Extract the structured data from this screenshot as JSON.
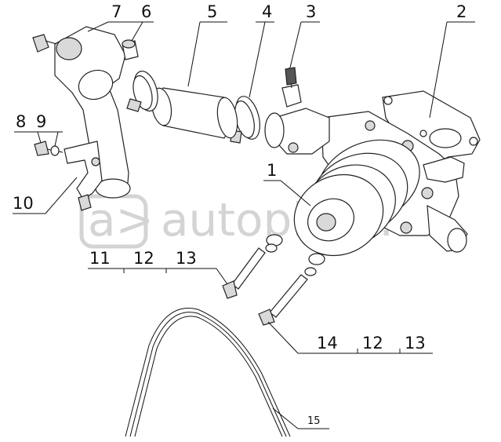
{
  "watermark": {
    "logo_glyph": "a>",
    "text": "autopiton.ru"
  },
  "callouts": {
    "c1": "1",
    "c2": "2",
    "c3": "3",
    "c4": "4",
    "c5": "5",
    "c6": "6",
    "c7": "7",
    "c8": "8",
    "c9": "9",
    "c10": "10",
    "c11": "11",
    "c12a": "12",
    "c13a": "13",
    "c14": "14",
    "c12b": "12",
    "c13b": "13",
    "c15": "15"
  }
}
